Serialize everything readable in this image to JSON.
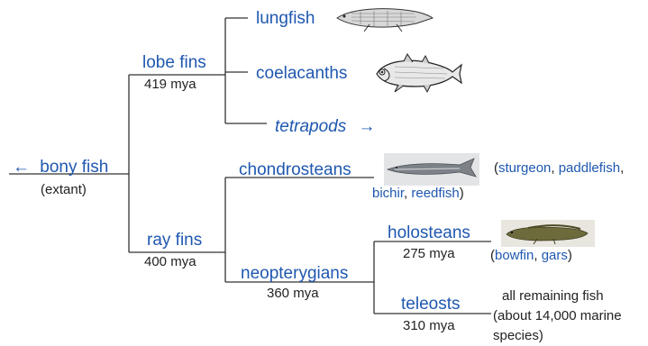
{
  "root": {
    "label": "bony fish",
    "arrow": "←",
    "note": "(extant)"
  },
  "lobe_fins": {
    "label": "lobe fins",
    "age": "419 mya"
  },
  "lungfish": {
    "label": "lungfish"
  },
  "coelacanths": {
    "label": "coelacanths"
  },
  "tetrapods": {
    "label": "tetrapods",
    "arrow": "→"
  },
  "ray_fins": {
    "label": "ray fins",
    "age": "400 mya"
  },
  "chondrosteans": {
    "label": "chondrosteans",
    "paren_open": "(",
    "sturgeon": "sturgeon",
    "sep1": ",",
    "paddlefish": "paddlefish",
    "sep2": ",",
    "bichir": "bichir",
    "sep3": ",",
    "reedfish": "reedfish",
    "paren_close": ")"
  },
  "neopterygians": {
    "label": "neopterygians",
    "age": "360 mya"
  },
  "holosteans": {
    "label": "holosteans",
    "age": "275 mya",
    "paren_open": "(",
    "bowfin": "bowfin",
    "sep": ",",
    "gars": "gars",
    "paren_close": ")"
  },
  "teleosts": {
    "label": "teleosts",
    "age": "310 mya",
    "desc_line1": "all remaining fish",
    "desc_line2": "(about 14,000 marine",
    "desc_line3": "species)"
  },
  "colors": {
    "link": "#1f58b0",
    "text": "#222222",
    "line": "#333333"
  },
  "illustrations": [
    "lungfish-illustration",
    "coelacanth-illustration",
    "sturgeon-photo",
    "bowfin-photo"
  ]
}
